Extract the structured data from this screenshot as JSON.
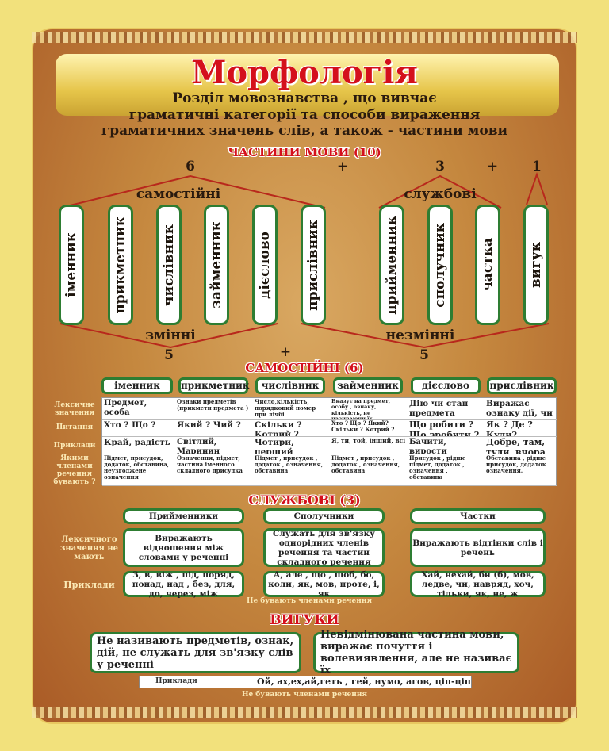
{
  "title": "Морфологія",
  "subtitle": [
    "Розділ мовознавства , що вивчає",
    "граматичні категорії та способи  вираження",
    "граматичних значень слів, а також  -  частини мови"
  ],
  "parts_heading": "ЧАСТИНИ МОВИ (10)",
  "counts": {
    "independent": "6",
    "plus1": "+",
    "service": "3",
    "plus2": "+",
    "interjection": "1",
    "changeable": "5",
    "plus3": "+",
    "unchangeable": "5"
  },
  "groups": {
    "independent": "самостійні",
    "service": "службові",
    "changeable": "змінні",
    "unchangeable": "незмінні"
  },
  "parts": [
    "іменник",
    "прикметник",
    "числівник",
    "займенник",
    "дієслово",
    "прислівник",
    "прийменник",
    "сполучник",
    "частка",
    "вигук"
  ],
  "independent": {
    "heading": "САМОСТІЙНІ (6)",
    "columns": [
      "іменник",
      "прикметник",
      "числівник",
      "займенник",
      "дієслово",
      "прислівник"
    ],
    "row_labels": [
      "Лексичне значення",
      "Питання",
      "Приклади",
      "Якими членами речення бувають ?"
    ],
    "rows": [
      [
        "Предмет, особа",
        "Ознаки предметів (прикмети предмета )",
        "Число,кількість, порядковий номер при лічбі",
        "Вказує на предмет, особу , ознаку, кількість, не називаючи їх",
        "Дію чи стан предмета",
        "Виражає ознаку дії, чи обставину"
      ],
      [
        "Хто ? Що ?",
        "Який ? Чий ?",
        "Скільки ? Котрий ?",
        "Хто ? Що ?  Який? Скільки ? Котрий ?",
        "Що робити ? Що зробити ?",
        "Як ? Де ? Куди? Звідки? Коли ?"
      ],
      [
        "Край, радість",
        "Світлий, Маринин",
        "Чотири, перший",
        "Я, ти, той, інший, всі",
        "Бачити, вирости",
        "Добре, там, туди, вчора"
      ],
      [
        "Підмет, присудок, додаток, обставина, неузгоджене означення",
        "Означення, підмет, частина іменного складного присудка",
        "Підмет , присудок , додаток , означення, обставина",
        "Підмет , присудок , додаток , означення, обставина",
        "Присудок , рідше підмет, додаток , означення , обставина",
        "Обставина , рідше присудок, додаток означення."
      ]
    ]
  },
  "service": {
    "heading": "СЛУЖБОВІ (3)",
    "columns": [
      "Прийменники",
      "Сполучники",
      "Частки"
    ],
    "label_meaning": "Лексичного значення не мають",
    "meanings": [
      "Виражають відношення між словами у реченні",
      "Служать для зв'язку однорідних членів речення та частин складного речення",
      "Виражають відтінки слів і речень"
    ],
    "label_examples": "Приклади",
    "examples": [
      "З, в, віж , під, поряд, понад, над , без, для, до, через, між",
      "А, але , що , щоб, бо, коли, як, мов, проте, і, як",
      "Хай, нехай, би (б), мов, ледве, чи, навряд, хоч, тільки, як, не, ж"
    ],
    "note": "Не бувають членами речення"
  },
  "interjections": {
    "heading": "ВИГУКИ",
    "boxes": [
      "Не називають предметів, ознак, дій, не служать для зв'язку слів у реченні",
      "Невідмінювана частина мови, виражає почуття і волевиявлення, але не називає їх"
    ],
    "examples_label": "Приклади",
    "examples": "Ой, ах,ех,ай,геть , гей, нумо, агов, ціп-ціп",
    "note": "Не бувають членами речення"
  },
  "colors": {
    "accent_red": "#d4101c",
    "frame_green": "#2e7d32",
    "background": "#f2e17c",
    "panel": "#c5883f"
  }
}
